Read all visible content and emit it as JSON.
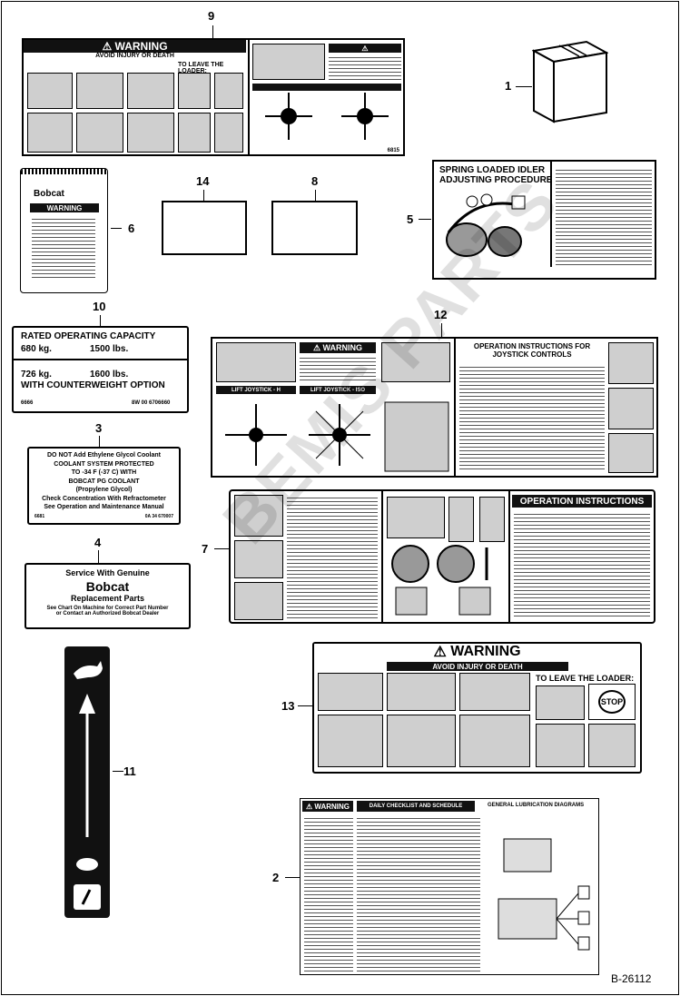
{
  "callouts": {
    "c1": "1",
    "c2": "2",
    "c3": "3",
    "c4": "4",
    "c5": "5",
    "c6": "6",
    "c7": "7",
    "c8": "8",
    "c9": "9",
    "c10": "10",
    "c11": "11",
    "c12": "12",
    "c13": "13",
    "c14": "14"
  },
  "decal9": {
    "warning": "WARNING",
    "subtitle": "AVOID INJURY OR DEATH",
    "leave": "TO LEAVE THE LOADER:",
    "ref": "6815"
  },
  "decal6": {
    "brand": "Bobcat",
    "warning": "WARNING"
  },
  "decal5": {
    "title1": "SPRING LOADED IDLER",
    "title2": "ADJUSTING PROCEDURE"
  },
  "decal10": {
    "line1": "RATED OPERATING CAPACITY",
    "kg1": "680 kg.",
    "lbs1": "1500 lbs.",
    "kg2": "726 kg.",
    "lbs2": "1600 lbs.",
    "line4": "WITH COUNTERWEIGHT OPTION",
    "code_left": "6666",
    "code_right": "8W 00 6706660"
  },
  "decal3": {
    "line1": "DO NOT Add Ethylene Glycol Coolant",
    "line2": "COOLANT SYSTEM PROTECTED",
    "line3": "TO -34 F (-37 C) WITH",
    "line4": "BOBCAT PG COOLANT",
    "line5": "(Propylene Glycol)",
    "line6": "Check Concentration With Refractometer",
    "line7": "See Operation and Maintenance Manual",
    "code_left": "6681",
    "code_right": "0A 34 670007"
  },
  "decal4": {
    "line1": "Service With Genuine",
    "brand": "Bobcat",
    "line2": "Replacement Parts",
    "line3": "See Chart On Machine for Correct Part Number",
    "line4": "or Contact an Authorized Bobcat Dealer"
  },
  "decal12": {
    "warning": "WARNING",
    "lift_h": "LIFT JOYSTICK - H",
    "lift_iso": "LIFT JOYSTICK - ISO",
    "instr": "OPERATION INSTRUCTIONS FOR JOYSTICK CONTROLS"
  },
  "decal7": {
    "title": "OPERATION INSTRUCTIONS"
  },
  "decal13": {
    "warning": "WARNING",
    "subtitle": "AVOID INJURY OR DEATH",
    "leave": "TO LEAVE THE LOADER:",
    "stop": "STOP"
  },
  "decal2": {
    "warning": "WARNING",
    "header_mid": "DAILY CHECKLIST AND SCHEDULE",
    "header_right": "GENERAL LUBRICATION DIAGRAMS"
  },
  "watermark": "BEMIS PARTS",
  "figure_code": "B-26112"
}
